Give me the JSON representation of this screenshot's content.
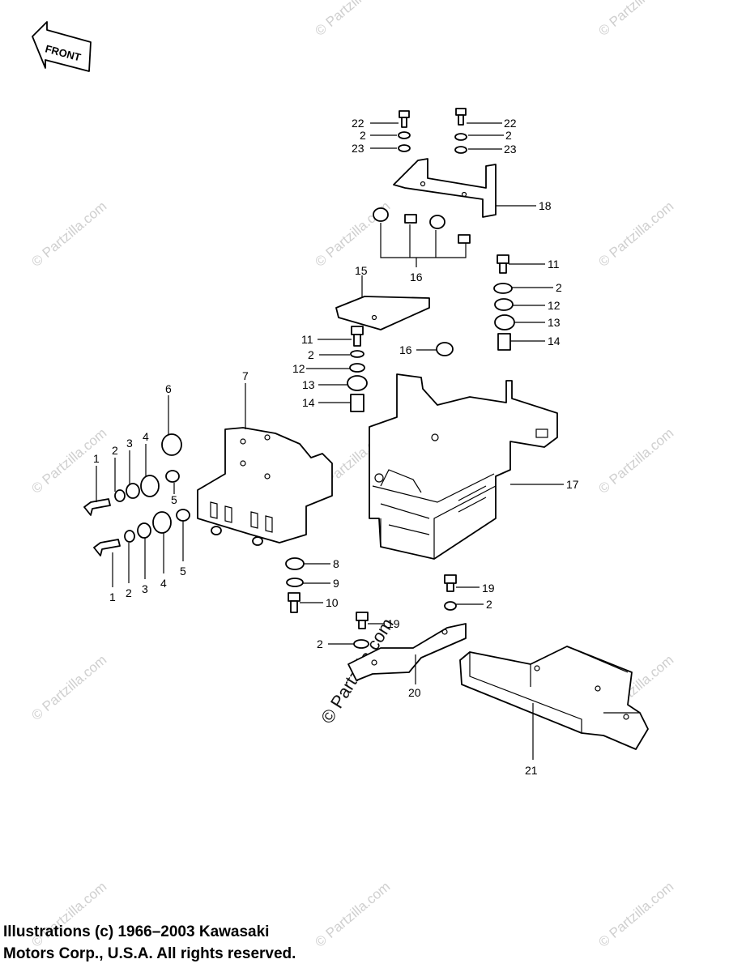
{
  "front_label": "FRONT",
  "footer": {
    "line1": "Illustrations (c) 1966–2003 Kawasaki",
    "line2": "Motors Corp., U.S.A.  All rights reserved."
  },
  "watermark": "© Partzilla.com",
  "callouts": {
    "c1a": "1",
    "c1b": "1",
    "c2a": "2",
    "c2b": "2",
    "c2c": "2",
    "c2d": "2",
    "c2e": "2",
    "c2f": "2",
    "c2g": "2",
    "c2h": "2",
    "c3a": "3",
    "c3b": "3",
    "c4a": "4",
    "c4b": "4",
    "c5a": "5",
    "c5b": "5",
    "c6": "6",
    "c7": "7",
    "c8": "8",
    "c9": "9",
    "c10": "10",
    "c11a": "11",
    "c11b": "11",
    "c12a": "12",
    "c12b": "12",
    "c13a": "13",
    "c13b": "13",
    "c14a": "14",
    "c14b": "14",
    "c15": "15",
    "c16a": "16",
    "c16b": "16",
    "c17": "17",
    "c18": "18",
    "c19a": "19",
    "c19b": "19",
    "c20": "20",
    "c21": "21",
    "c22a": "22",
    "c22b": "22",
    "c23a": "23",
    "c23b": "23"
  }
}
